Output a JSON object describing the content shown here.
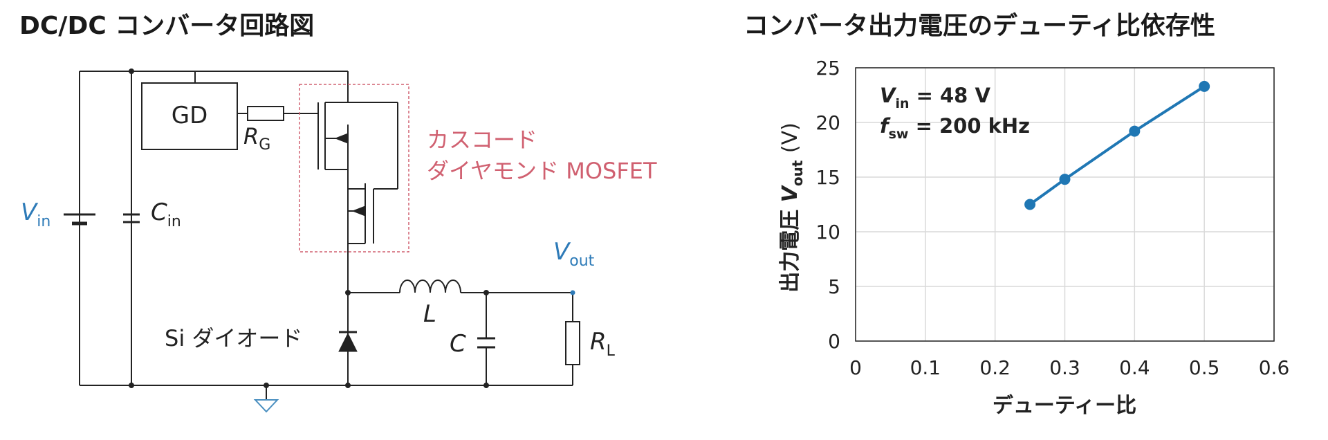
{
  "left_panel": {
    "title": "DC/DC コンバータ回路図",
    "gd_label": "GD",
    "rg_main": "R",
    "rg_sub": "G",
    "vin_main": "V",
    "vin_sub": "in",
    "cin_main": "C",
    "cin_sub": "in",
    "mosfet_line1": "カスコード",
    "mosfet_line2": "ダイヤモンド MOSFET",
    "vout_main": "V",
    "vout_sub": "out",
    "inductor_label": "L",
    "cap_label": "C",
    "rl_main": "R",
    "rl_sub": "L",
    "diode_label": "Si ダイオード",
    "colors": {
      "accent_blue": "#2e7bb8",
      "mosfet_red": "#d06070",
      "wire": "#222222"
    }
  },
  "right_panel": {
    "title": "コンバータ出力電圧のデューティ比依存性",
    "annotation": {
      "vin_main": "V",
      "vin_sub": "in",
      "vin_value": " = 48 V",
      "fsw_main": "f",
      "fsw_sub": "sw",
      "fsw_value": " = 200 kHz"
    },
    "chart_data": {
      "type": "line",
      "title": "",
      "xlabel": "デューティー比",
      "ylabel_prefix": "出力電圧",
      "ylabel_var": "V",
      "ylabel_sub": "out",
      "ylabel_unit": "(V)",
      "xlim": [
        0,
        0.6
      ],
      "ylim": [
        0,
        25
      ],
      "x_ticks": [
        0,
        0.1,
        0.2,
        0.3,
        0.4,
        0.5,
        0.6
      ],
      "x_tick_labels": [
        "0",
        "0.1",
        "0.2",
        "0.3",
        "0.4",
        "0.5",
        "0.6"
      ],
      "y_ticks": [
        0,
        5,
        10,
        15,
        20,
        25
      ],
      "y_tick_labels": [
        "0",
        "5",
        "10",
        "15",
        "20",
        "25"
      ],
      "grid": true,
      "series": [
        {
          "x": [
            0.25,
            0.3,
            0.4,
            0.5
          ],
          "y": [
            12.5,
            14.8,
            19.2,
            23.3
          ],
          "color": "#1f77b4"
        }
      ]
    }
  }
}
